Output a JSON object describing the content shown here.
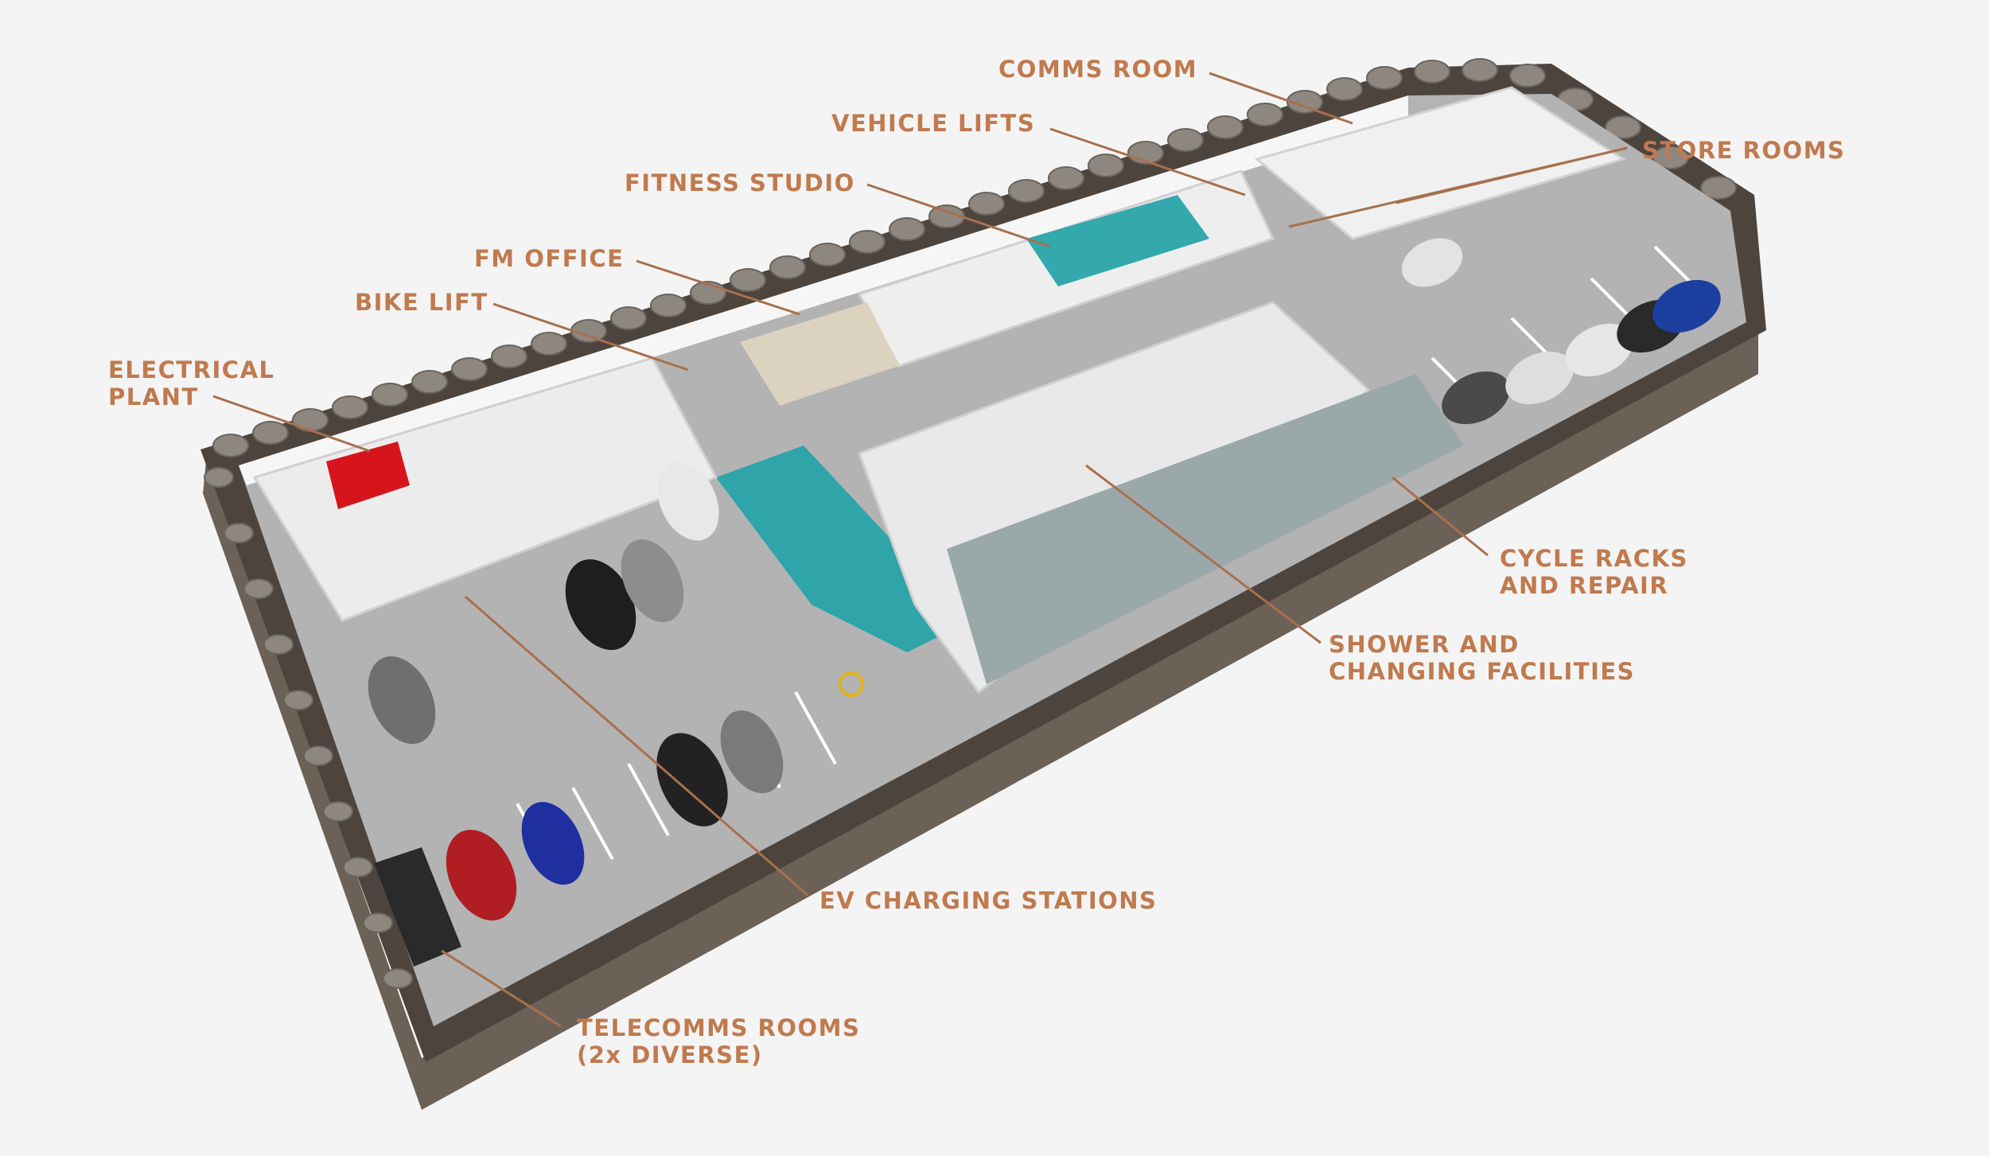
{
  "colors": {
    "label": "#c07a4e",
    "leader": "#a8704d",
    "floor": "#a9a9a9",
    "teal": "#29a3a8",
    "wall": "#f2f2f2",
    "earth": "#5a5048",
    "plant_red": "#d6141c"
  },
  "labels": {
    "comms_room": "COMMS ROOM",
    "vehicle_lifts": "VEHICLE LIFTS",
    "store_rooms": "STORE ROOMS",
    "fitness_studio": "FITNESS STUDIO",
    "fm_office": "FM OFFICE",
    "bike_lift": "BIKE LIFT",
    "electrical_plant_1": "ELECTRICAL",
    "electrical_plant_2": "PLANT",
    "cycle_racks_1": "CYCLE RACKS",
    "cycle_racks_2": "AND REPAIR",
    "shower_1": "SHOWER AND",
    "shower_2": "CHANGING FACILITIES",
    "ev_charging": "EV CHARGING STATIONS",
    "telecomms_1": "TELECOMMS ROOMS",
    "telecomms_2": "(2x DIVERSE)"
  }
}
